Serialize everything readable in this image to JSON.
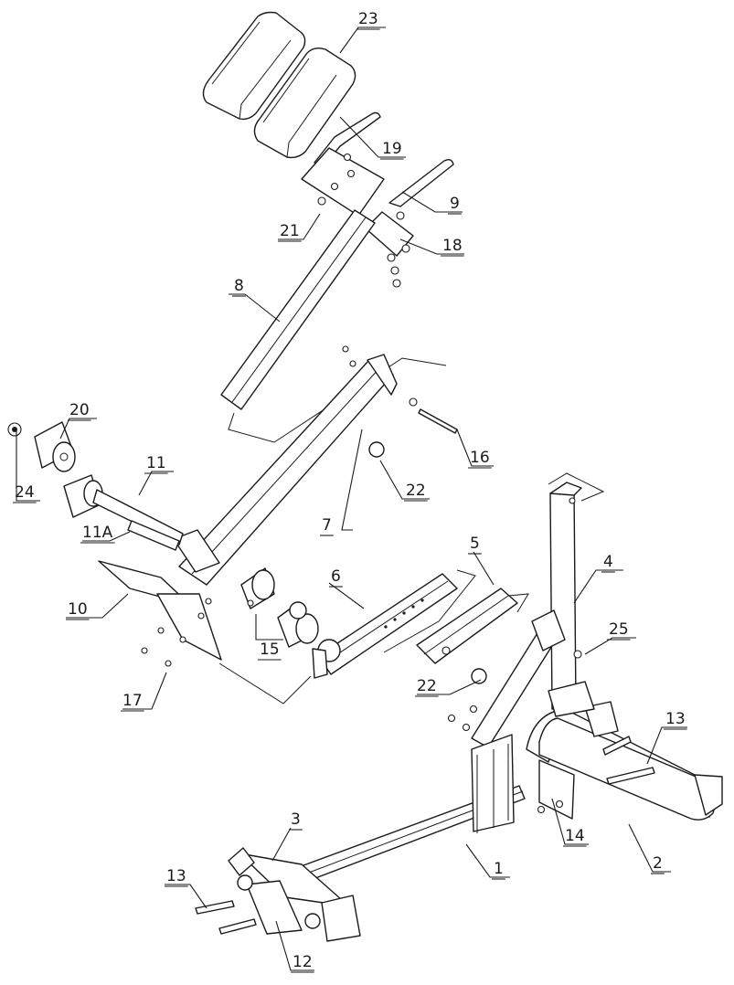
{
  "callouts": [
    {
      "id": "p1",
      "text": "1"
    },
    {
      "id": "p2",
      "text": "2"
    },
    {
      "id": "p3",
      "text": "3"
    },
    {
      "id": "p4",
      "text": "4"
    },
    {
      "id": "p5",
      "text": "5"
    },
    {
      "id": "p6",
      "text": "6"
    },
    {
      "id": "p7",
      "text": "7"
    },
    {
      "id": "p8",
      "text": "8"
    },
    {
      "id": "p9",
      "text": "9"
    },
    {
      "id": "p10",
      "text": "10"
    },
    {
      "id": "p11",
      "text": "11"
    },
    {
      "id": "p11a",
      "text": "11A"
    },
    {
      "id": "p12",
      "text": "12"
    },
    {
      "id": "p13a",
      "text": "13"
    },
    {
      "id": "p13b",
      "text": "13"
    },
    {
      "id": "p14",
      "text": "14"
    },
    {
      "id": "p15",
      "text": "15"
    },
    {
      "id": "p16",
      "text": "16"
    },
    {
      "id": "p17",
      "text": "17"
    },
    {
      "id": "p18",
      "text": "18"
    },
    {
      "id": "p19",
      "text": "19"
    },
    {
      "id": "p20",
      "text": "20"
    },
    {
      "id": "p21",
      "text": "21"
    },
    {
      "id": "p22a",
      "text": "22"
    },
    {
      "id": "p22b",
      "text": "22"
    },
    {
      "id": "p23",
      "text": "23"
    },
    {
      "id": "p24",
      "text": "24"
    },
    {
      "id": "p25",
      "text": "25"
    }
  ]
}
